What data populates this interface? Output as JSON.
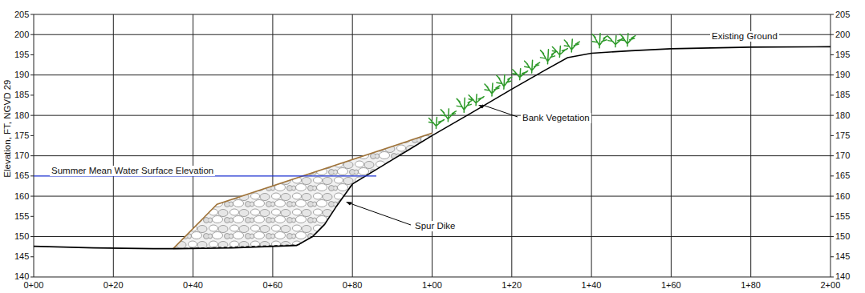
{
  "diagram": {
    "labels": [
      "205",
      "200",
      "195",
      "190",
      "185",
      "180",
      "175",
      "170",
      "165",
      "160",
      "155",
      "150",
      "145",
      "140",
      "205",
      "200",
      "195",
      "190",
      "185",
      "180",
      "175",
      "170",
      "165",
      "160",
      "155",
      "150",
      "145",
      "140",
      "0+00",
      "0+20",
      "0+40",
      "0+60",
      "0+80",
      "1+00",
      "1+20",
      "1+40",
      "1+60",
      "1+80",
      "2+00",
      "Elevation, FT, NGVD 29",
      "Summer Mean Water Surface Elevation",
      "Existing Ground",
      "Bank Vegetation",
      "Spur Dike"
    ]
  }
}
